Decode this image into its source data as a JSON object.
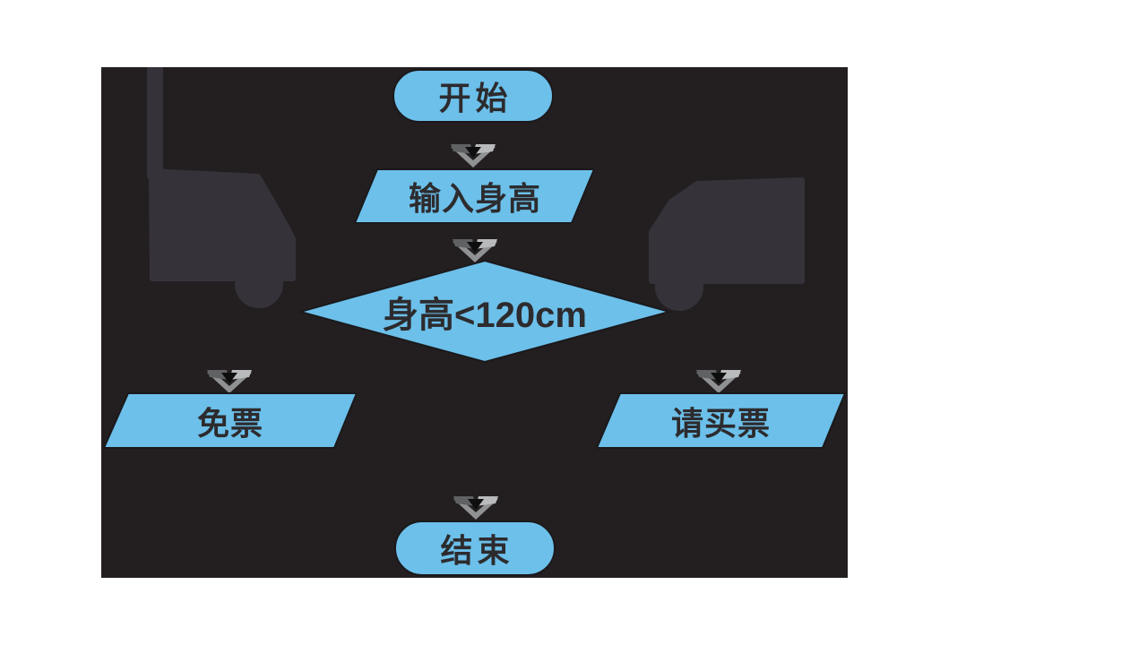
{
  "palette": {
    "page_bg": "#ffffff",
    "stage_bg": "#231f20",
    "node_fill": "#6cc0ea",
    "node_border": "#1b191c",
    "node_text": "#2d2b2e",
    "remnant": "#35323a",
    "arrow_dark": "#5f6163",
    "arrow_light": "#b8babc",
    "arrow_base": "#8f9193",
    "arrow_notch": "#0e0e0f"
  },
  "flowchart": {
    "type": "flowchart",
    "nodes": [
      {
        "id": "start",
        "shape": "terminator",
        "label": "开始"
      },
      {
        "id": "input-height",
        "shape": "parallelogram",
        "label": "输入身高"
      },
      {
        "id": "height-check",
        "shape": "decision",
        "label": "身高<120cm"
      },
      {
        "id": "free-ticket",
        "shape": "parallelogram",
        "label": "免票"
      },
      {
        "id": "buy-ticket",
        "shape": "parallelogram",
        "label": "请买票"
      },
      {
        "id": "end",
        "shape": "terminator",
        "label": "结束"
      }
    ],
    "arrows_into": [
      "input-height",
      "height-check",
      "free-ticket",
      "buy-ticket",
      "end"
    ],
    "edges": [
      {
        "from": "start",
        "to": "input-height"
      },
      {
        "from": "input-height",
        "to": "height-check"
      },
      {
        "from": "height-check",
        "to": "free-ticket"
      },
      {
        "from": "height-check",
        "to": "buy-ticket"
      },
      {
        "from": "free-ticket",
        "to": "end"
      },
      {
        "from": "buy-ticket",
        "to": "end"
      }
    ]
  }
}
